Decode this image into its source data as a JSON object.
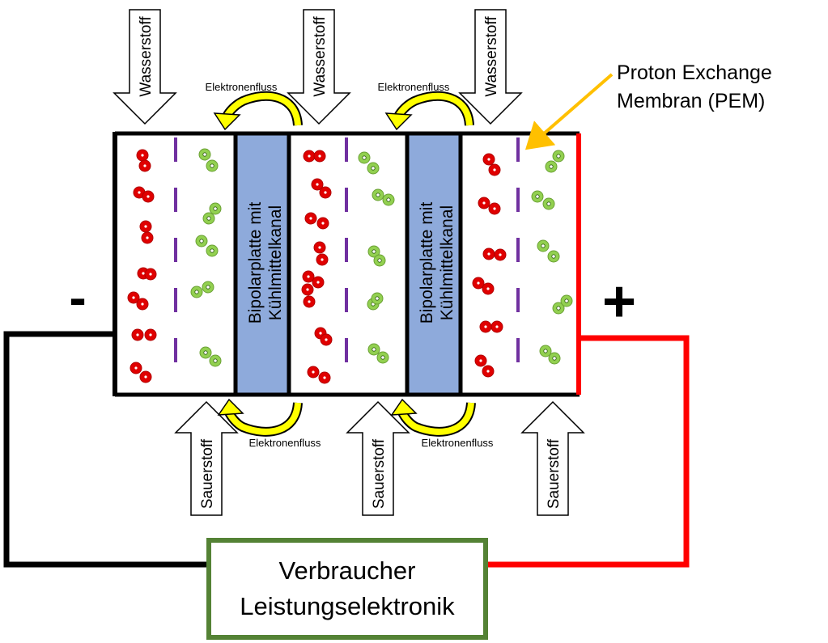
{
  "labels": {
    "hydrogen": "Wasserstoff",
    "oxygen": "Sauerstoff",
    "electron_flow": "Elektronenfluss",
    "bipolar_line1": "Bipolarplatte mit",
    "bipolar_line2": "Kühlmittelkanal",
    "pem_line1": "Proton Exchange",
    "pem_line2": "Membran (PEM)",
    "minus": "-",
    "plus": "+",
    "load_line1": "Verbraucher",
    "load_line2": "Leistungselektronik"
  },
  "colors": {
    "negative_wire": "#000000",
    "positive_wire": "#ff0000",
    "bipolar_plate": "#8eaadb",
    "membrane": "#7030a0",
    "hydrogen_molecule": "#e00000",
    "oxygen_molecule": "#92d050",
    "electron_arrow": "#ffff00",
    "pem_pointer": "#ffc000",
    "load_border": "#548235"
  }
}
